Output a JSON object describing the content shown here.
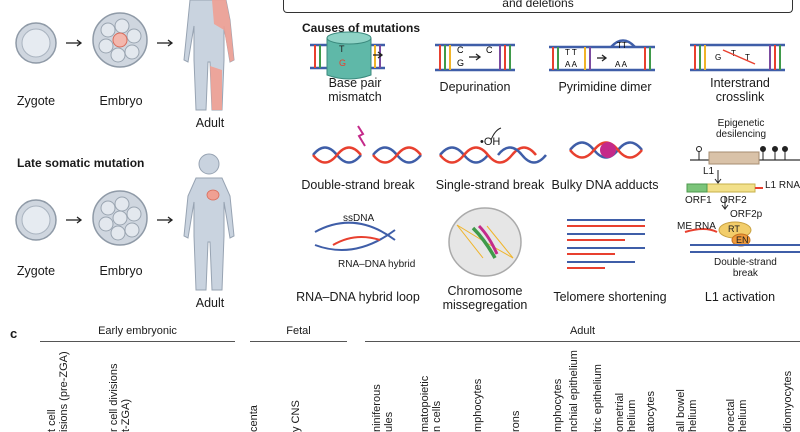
{
  "top_box": {
    "text": "and deletions"
  },
  "left_panel": {
    "row1": {
      "zygote": "Zygote",
      "embryo": "Embryo",
      "adult": "Adult"
    },
    "late_title": "Late somatic mutation",
    "row2": {
      "zygote": "Zygote",
      "embryo": "Embryo",
      "adult": "Adult"
    }
  },
  "causes": {
    "title": "Causes of mutations",
    "items": [
      {
        "label": "Base pair\nmismatch"
      },
      {
        "label": "Depurination"
      },
      {
        "label": "Pyrimidine dimer"
      },
      {
        "label": "Interstrand\ncrosslink"
      },
      {
        "label": "Double-strand break"
      },
      {
        "label": "Single-strand break"
      },
      {
        "label": "Bulky DNA adducts"
      },
      {
        "label": "RNA–DNA hybrid loop"
      },
      {
        "label": "Chromosome\nmissegregation"
      },
      {
        "label": "Telomere shortening"
      },
      {
        "label": "L1 activation"
      }
    ],
    "inline_text": {
      "oh": "•OH",
      "ssdna": "ssDNA",
      "rna_dna_hybrid": "RNA–DNA hybrid",
      "epigenetic": "Epigenetic\ndesilencing",
      "l1": "L1",
      "l1_rna": "L1 RNA",
      "orf1": "ORF1",
      "orf2": "ORF2",
      "orf2p": "ORF2p",
      "me_rna": "ME RNA",
      "rt": "RT",
      "en": "EN",
      "dsb": "Double-strand\nbreak"
    }
  },
  "panel_c": {
    "letter": "c",
    "groups": {
      "early": "Early embryonic",
      "fetal": "Fetal",
      "adult": "Adult"
    },
    "columns": [
      "t cell\nisions (pre-ZGA)",
      "r cell divisions\nt-ZGA)",
      "centa",
      "y CNS",
      "niniferous\nules",
      "matopoietic\nn cells",
      "mphocytes",
      "rons",
      "mphocytes",
      "nchial epithelium",
      "tric epithelium",
      "ometrial\nhelium",
      "atocytes",
      "all bowel\nhelium",
      "orectal\nhelium",
      "diomyocytes"
    ]
  },
  "colors": {
    "red": "#e8402f",
    "blue": "#3f5ea8",
    "gray_body": "#c9d3df",
    "accent_pink": "#c42a8a",
    "beige": "#d9c2a8"
  }
}
